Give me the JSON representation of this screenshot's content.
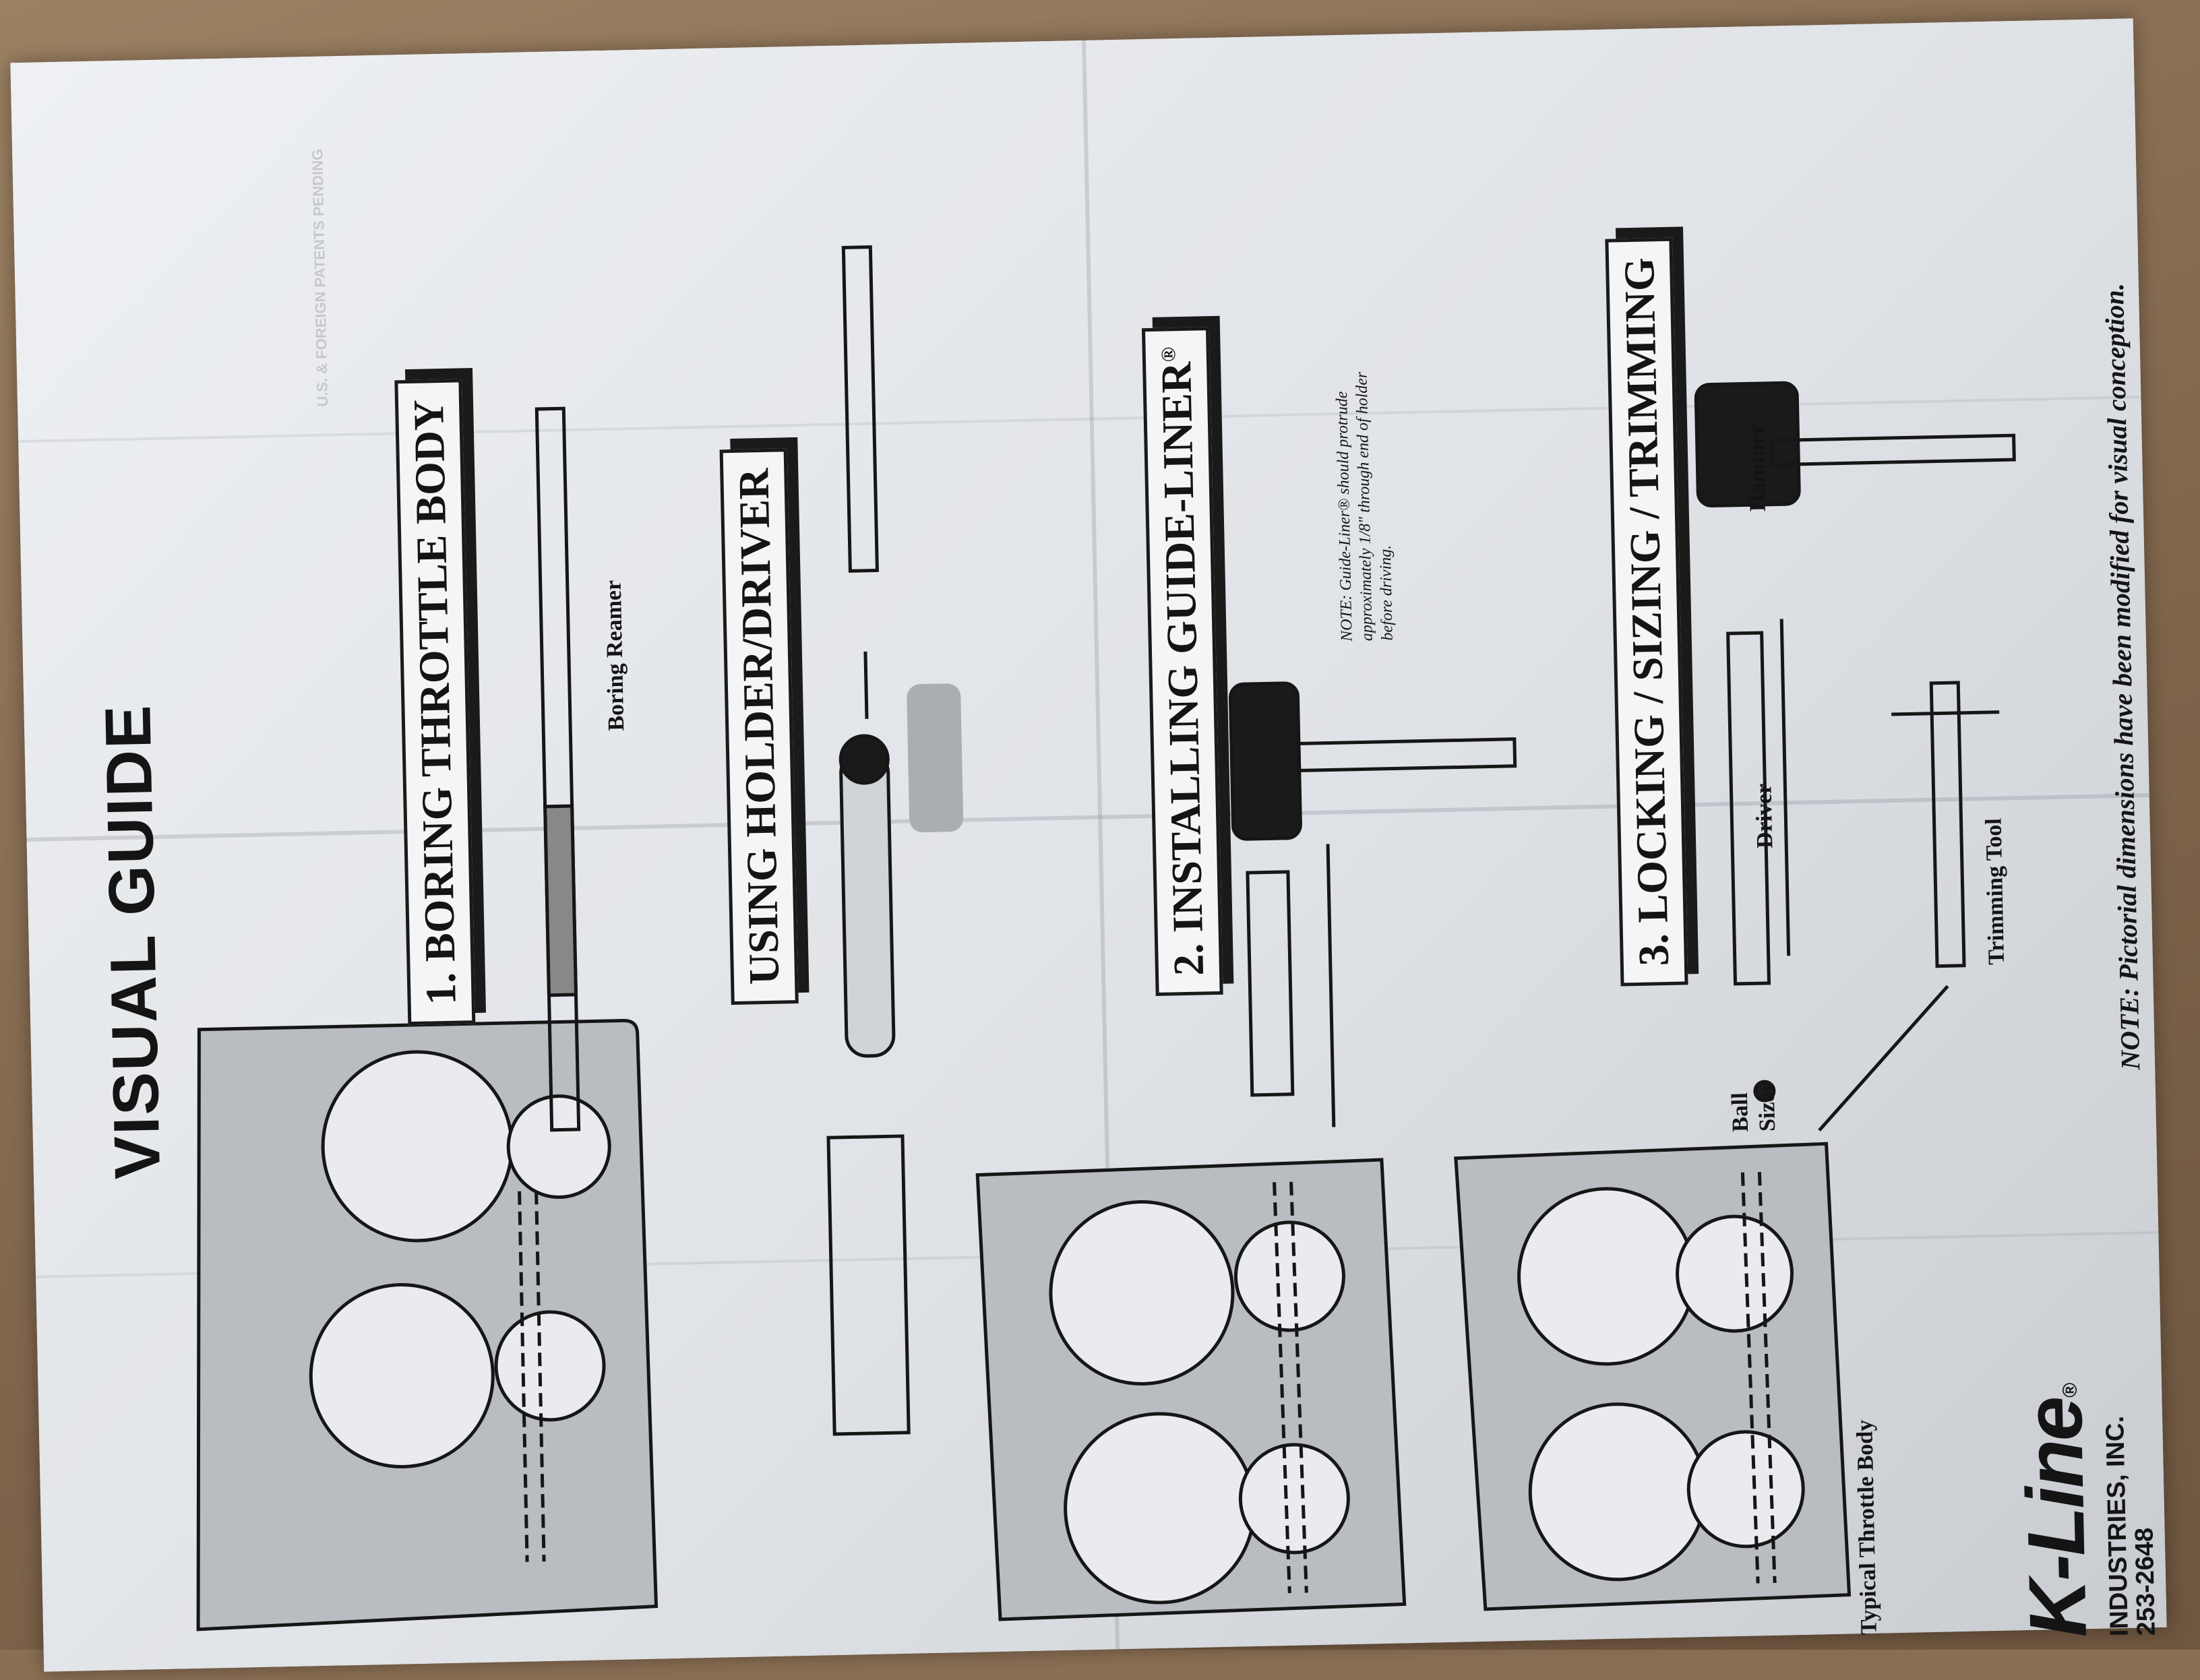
{
  "header": {
    "patents_pending": "U.S. & FOREIGN PATENTS PENDING"
  },
  "title": "VISUAL GUIDE",
  "sections": {
    "boring": "1. BORING THROTTLE BODY",
    "holder": "USING HOLDER/DRIVER",
    "installing": "2. INSTALLING GUIDE-LINER",
    "installing_reg": "®",
    "locking": "3. LOCKING / SIZING / TRIMMING"
  },
  "labels": {
    "boring_reamer": "Boring Reamer",
    "hammer": "Hammer",
    "driver": "Driver",
    "ball": "Ball",
    "sizer": "Sizer",
    "trimming_tool": "Trimming Tool",
    "throttle_body": "Typical Throttle Body"
  },
  "notes": {
    "guide_liner": "NOTE: Guide-Liner® should protrude approximately 1/8\" through end of holder before driving.",
    "pictorial": "NOTE: Pictorial dimensions have been modified for visual conception."
  },
  "brand": {
    "logo": "K-Line",
    "reg": "®",
    "line1": "INDUSTRIES, INC.",
    "line2": "253-2648"
  },
  "colors": {
    "ink": "#141414",
    "paper": "#e8eaed",
    "plate": "#b9bcc1",
    "board": "#8a6f54"
  }
}
